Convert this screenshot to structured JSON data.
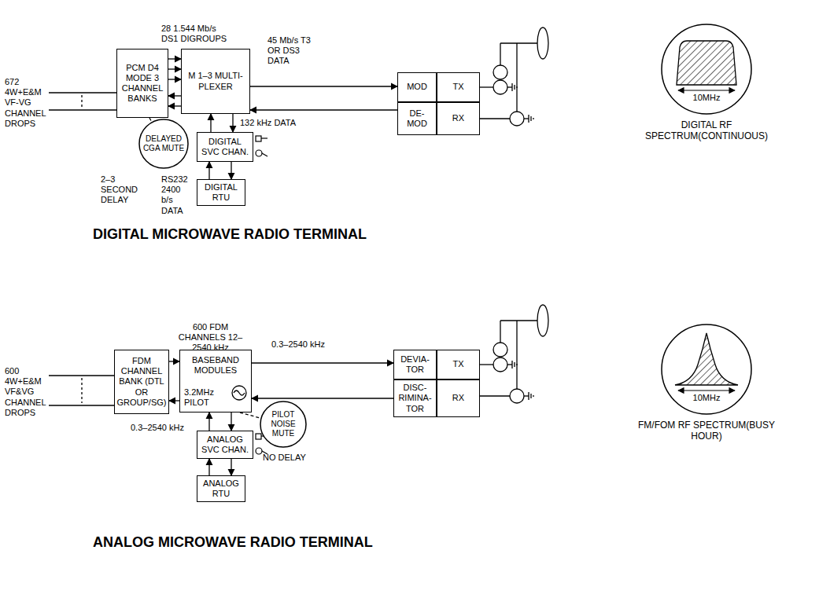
{
  "diagram": {
    "nodes": [
      {
        "text": [
          "PCM D4 MODE 3 CHANNEL BANKS"
        ]
      },
      {
        "text": [
          "M 1–3 MULTI- PLEXER"
        ]
      },
      {
        "text": [
          "MOD"
        ]
      },
      {
        "text": [
          "TX"
        ]
      },
      {
        "text": [
          "DE- MOD"
        ]
      },
      {
        "text": [
          "RX"
        ]
      },
      {
        "text": [
          "DIGITAL SVC CHAN."
        ]
      },
      {
        "text": [
          "DIGITAL RTU"
        ]
      },
      {
        "text": [
          "DELAYED CGA MUTE"
        ]
      },
      {
        "text": [
          "10MHz",
          "DIGITAL RF SPECTRUM(CONTINUOUS)"
        ]
      },
      {
        "text": [
          "FDM CHANNEL BANK (DTL OR GROUP/SG)"
        ]
      },
      {
        "text": [
          "BASEBAND MODULES",
          "3.2MHz PILOT"
        ]
      },
      {
        "text": [
          "DEVIA- TOR"
        ]
      },
      {
        "text": [
          "TX"
        ]
      },
      {
        "text": [
          "DISC- RIMINA- TOR"
        ]
      },
      {
        "text": [
          "RX"
        ]
      },
      {
        "text": [
          "ANALOG SVC CHAN."
        ]
      },
      {
        "text": [
          "ANALOG RTU"
        ]
      },
      {
        "text": [
          "PILOT NOISE MUTE"
        ]
      },
      {
        "text": [
          "10MHz",
          "FM/FOM RF SPECTRUM(BUSY HOUR)"
        ]
      }
    ],
    "edges": [
      {
        "from": 0,
        "to": 1,
        "arrow": "to"
      },
      {
        "from": 0,
        "to": 1,
        "arrow": "to"
      },
      {
        "from": 0,
        "to": 1,
        "arrow": "to"
      },
      {
        "from": 1,
        "to": 0,
        "arrow": "to"
      },
      {
        "from": 1,
        "to": 0,
        "arrow": "to"
      },
      {
        "from": 1,
        "to": 2,
        "arrow": "to"
      },
      {
        "from": 4,
        "to": 1,
        "arrow": "to"
      },
      {
        "from": 6,
        "to": 1,
        "arrow": "to"
      },
      {
        "from": 1,
        "to": 6,
        "arrow": "to"
      },
      {
        "from": 7,
        "to": 6,
        "arrow": "to"
      },
      {
        "from": 6,
        "to": 7,
        "arrow": "to"
      },
      {
        "from": 0,
        "to": 8,
        "arrow": "none"
      },
      {
        "from": 10,
        "to": 11,
        "arrow": "to"
      },
      {
        "from": 11,
        "to": 10,
        "arrow": "to"
      },
      {
        "from": 11,
        "to": 12,
        "arrow": "to"
      },
      {
        "from": 14,
        "to": 11,
        "arrow": "to"
      },
      {
        "from": 16,
        "to": 11,
        "arrow": "to"
      },
      {
        "from": 11,
        "to": 16,
        "arrow": "to"
      },
      {
        "from": 17,
        "to": 16,
        "arrow": "to"
      },
      {
        "from": 16,
        "to": 17,
        "arrow": "to"
      },
      {
        "from": 11,
        "to": 18,
        "arrow": "none"
      }
    ],
    "labels": [
      "672 4W+E&M VF-VG CHANNEL DROPS",
      "28 1.544 Mb/s DS1 DIGROUPS",
      "45 Mb/s T3 OR DS3 DATA",
      "132 kHz DATA",
      "2–3 SECOND DELAY",
      "RS232 2400 b/s DATA",
      "DIGITAL MICROWAVE RADIO TERMINAL",
      "600 4W+E&M VF&VG CHANNEL DROPS",
      "600 FDM CHANNELS 12–2540 kHz",
      "0.3–2540 kHz",
      "0.3–2540 kHz",
      "NO DELAY",
      "ANALOG MICROWAVE RADIO TERMINAL"
    ]
  }
}
